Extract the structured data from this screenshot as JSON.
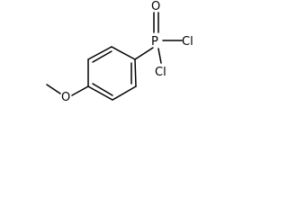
{
  "molecule": {
    "atoms": {
      "oxygen_double": "O",
      "phosphorus": "P",
      "chlorine_top": "Cl",
      "chlorine_bottom": "Cl",
      "oxygen_methoxy": "O"
    },
    "colors": {
      "bond": "#000000",
      "label": "#000000",
      "background": "#ffffff"
    }
  }
}
